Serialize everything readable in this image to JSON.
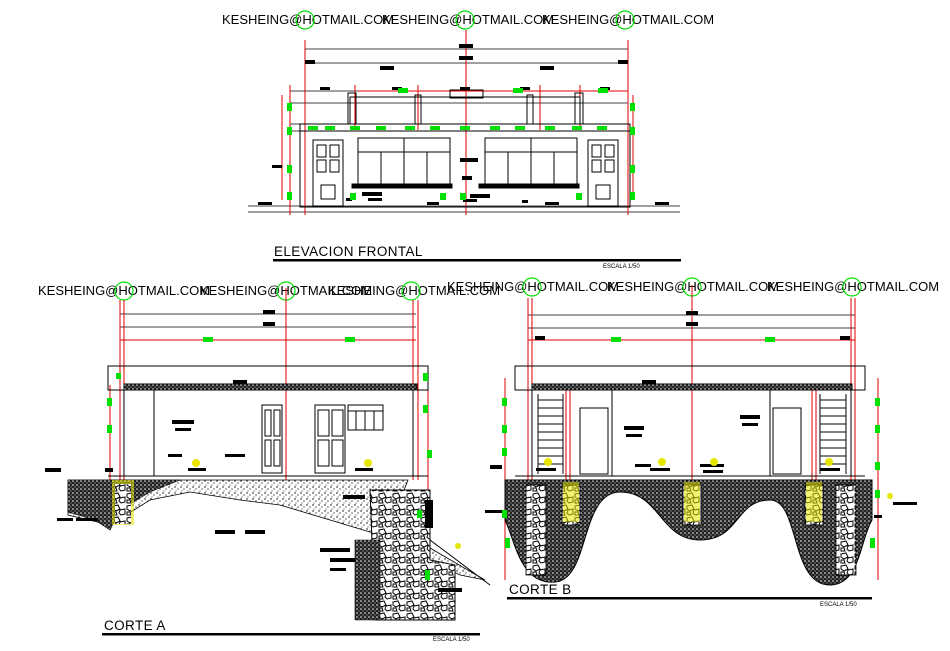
{
  "watermark": "KESHEING@HOTMAIL.COM",
  "views": {
    "elevation": {
      "title": "ELEVACION FRONTAL",
      "scale": "ESCALA 1/50"
    },
    "section_a": {
      "title": "CORTE   A",
      "scale": "ESCALA 1/50"
    },
    "section_b": {
      "title": "CORTE   B",
      "scale": "ESCALA 1/50"
    }
  },
  "colors": {
    "dimension": "#e00000",
    "marker": "#00e000",
    "ink": "#000000",
    "annotation": "#e6e600",
    "background": "#ffffff"
  }
}
